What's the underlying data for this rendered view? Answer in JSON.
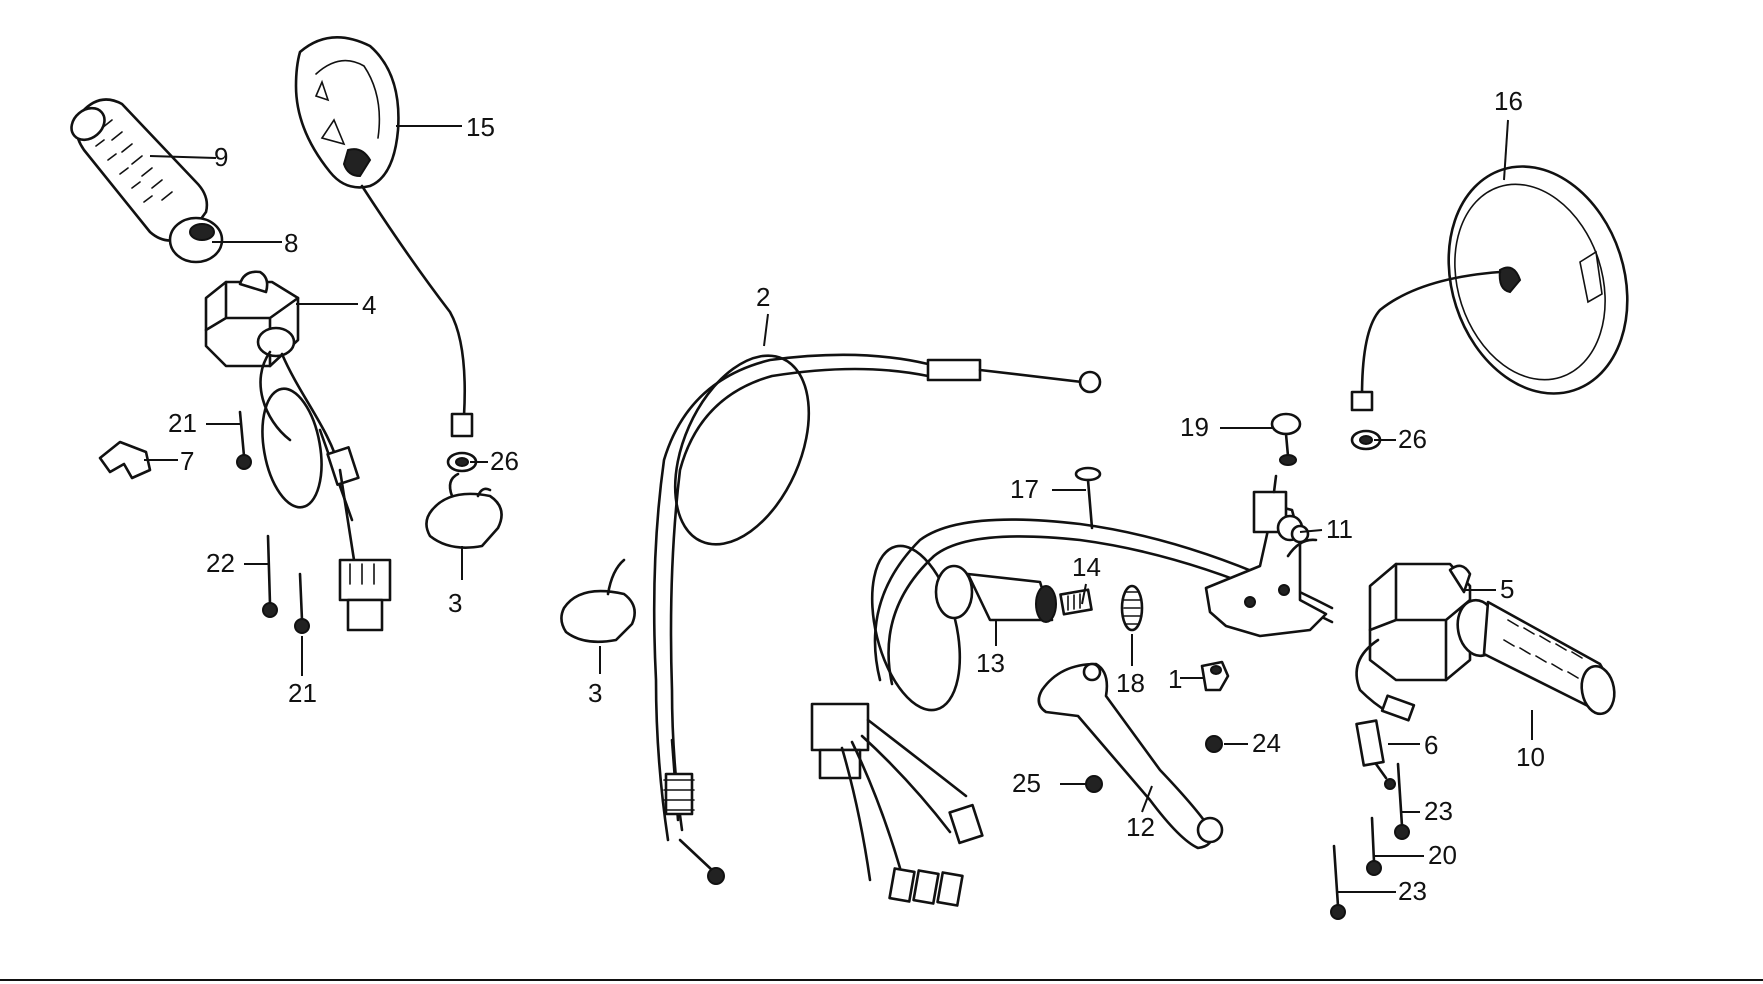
{
  "callouts": [
    {
      "id": "c1",
      "label": "1"
    },
    {
      "id": "c2",
      "label": "2"
    },
    {
      "id": "c3a",
      "label": "3"
    },
    {
      "id": "c3b",
      "label": "3"
    },
    {
      "id": "c4",
      "label": "4"
    },
    {
      "id": "c5",
      "label": "5"
    },
    {
      "id": "c6",
      "label": "6"
    },
    {
      "id": "c7",
      "label": "7"
    },
    {
      "id": "c8",
      "label": "8"
    },
    {
      "id": "c9",
      "label": "9"
    },
    {
      "id": "c10",
      "label": "10"
    },
    {
      "id": "c11",
      "label": "11"
    },
    {
      "id": "c12",
      "label": "12"
    },
    {
      "id": "c13",
      "label": "13"
    },
    {
      "id": "c14",
      "label": "14"
    },
    {
      "id": "c15",
      "label": "15"
    },
    {
      "id": "c16",
      "label": "16"
    },
    {
      "id": "c17",
      "label": "17"
    },
    {
      "id": "c18",
      "label": "18"
    },
    {
      "id": "c19",
      "label": "19"
    },
    {
      "id": "c20",
      "label": "20"
    },
    {
      "id": "c21a",
      "label": "21"
    },
    {
      "id": "c21b",
      "label": "21"
    },
    {
      "id": "c22",
      "label": "22"
    },
    {
      "id": "c23a",
      "label": "23"
    },
    {
      "id": "c23b",
      "label": "23"
    },
    {
      "id": "c24",
      "label": "24"
    },
    {
      "id": "c25",
      "label": "25"
    },
    {
      "id": "c26a",
      "label": "26"
    },
    {
      "id": "c26b",
      "label": "26"
    }
  ]
}
